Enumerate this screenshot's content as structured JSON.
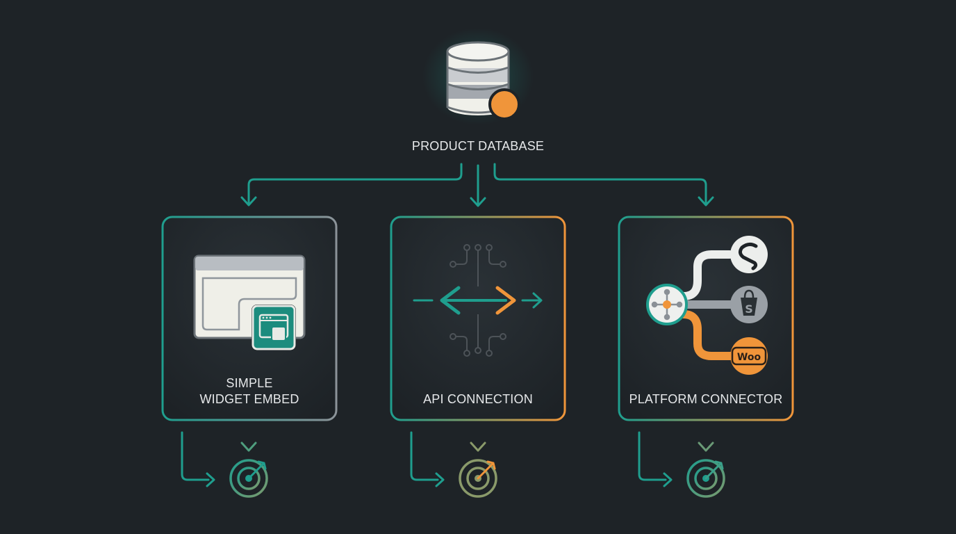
{
  "database": {
    "label": "PRODUCT DATABASE",
    "icon": "database-icon"
  },
  "cards": [
    {
      "label_line1": "SIMPLE",
      "label_line2": "WIDGET EMBED",
      "icon": "browser-widget-icon"
    },
    {
      "label": "API CONNECTION",
      "icon": "api-arrows-icon"
    },
    {
      "label": "PLATFORM CONNECTOR",
      "icon": "platform-hub-icon",
      "platforms": [
        {
          "icon": "squarespace-icon"
        },
        {
          "icon": "shopify-icon"
        },
        {
          "icon": "woocommerce-icon",
          "text": "Woo"
        }
      ]
    }
  ],
  "colors": {
    "background": "#1e2327",
    "teal": "#1f9e8e",
    "orange": "#f0953a",
    "gray": "#9aa0a6",
    "text": "#e6e8ea"
  }
}
